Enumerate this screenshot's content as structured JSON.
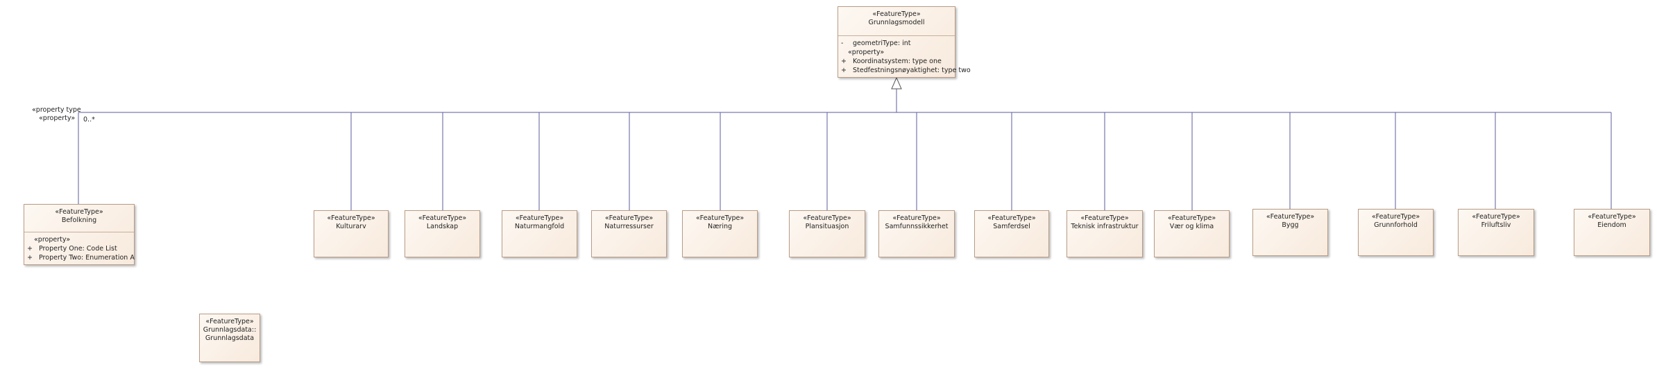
{
  "stereotype_text": "«FeatureType»",
  "root": {
    "name": "Grunnlagsmodell",
    "attributes": [
      {
        "visibility": "-",
        "text": "geometriType: int"
      }
    ],
    "property_stereotype": "«property»",
    "properties": [
      {
        "visibility": "+",
        "text": "Koordinatsystem: type one"
      },
      {
        "visibility": "+",
        "text": "Stedfestningsnøyaktighet: type two"
      }
    ]
  },
  "association": {
    "stereotype_line1": "«property type",
    "stereotype_line2": "«property»",
    "multiplicity": "0..*"
  },
  "befolkning": {
    "name": "Befolkning",
    "property_stereotype": "«property»",
    "properties": [
      {
        "visibility": "+",
        "text": "Property One: Code List"
      },
      {
        "visibility": "+",
        "text": "Property Two: Enumeration A"
      }
    ]
  },
  "subclasses": [
    "Kulturarv",
    "Landskap",
    "Naturmangfold",
    "Naturressurser",
    "Næring",
    "Plansituasjon",
    "Samfunnssikkerhet",
    "Samferdsel",
    "Teknisk infrastruktur",
    "Vær og klima",
    "Bygg",
    "Grunnforhold",
    "Friluftsliv",
    "Eiendom"
  ],
  "package_class": {
    "name_line1": "Grunnlagsdata::",
    "name_line2": "Grunnlagsdata"
  }
}
